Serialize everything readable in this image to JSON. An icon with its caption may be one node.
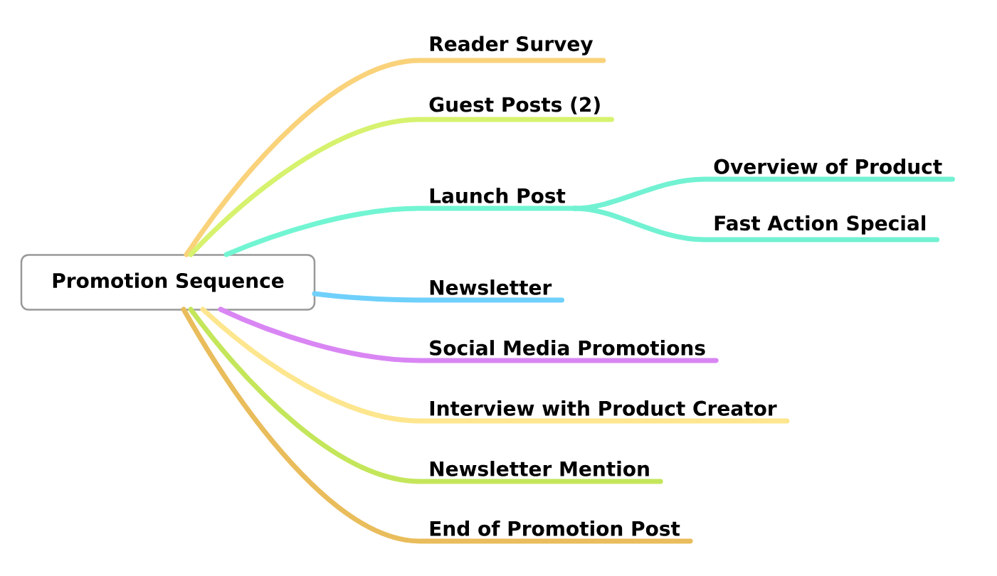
{
  "diagram": {
    "nodes": [
      {
        "text": [
          "Promotion Sequence"
        ]
      },
      {
        "text": [
          "Reader Survey"
        ]
      },
      {
        "text": [
          "Guest Posts (2)"
        ]
      },
      {
        "text": [
          "Launch Post"
        ]
      },
      {
        "text": [
          "Overview of Product"
        ]
      },
      {
        "text": [
          "Fast Action Special"
        ]
      },
      {
        "text": [
          "Newsletter"
        ]
      },
      {
        "text": [
          "Social Media Promotions"
        ]
      },
      {
        "text": [
          "Interview with Product Creator"
        ]
      },
      {
        "text": [
          "Newsletter Mention"
        ]
      },
      {
        "text": [
          "End of Promotion Post"
        ]
      }
    ],
    "edges": [
      {
        "from": 0,
        "to": 1,
        "arrow": "none",
        "color": "#f9d27a"
      },
      {
        "from": 0,
        "to": 2,
        "arrow": "none",
        "color": "#d6f26e"
      },
      {
        "from": 0,
        "to": 3,
        "arrow": "none",
        "color": "#72f5d2"
      },
      {
        "from": 3,
        "to": 4,
        "arrow": "none",
        "color": "#72f2d2"
      },
      {
        "from": 3,
        "to": 5,
        "arrow": "none",
        "color": "#72f2d2"
      },
      {
        "from": 0,
        "to": 6,
        "arrow": "none",
        "color": "#6fd0fb"
      },
      {
        "from": 0,
        "to": 7,
        "arrow": "none",
        "color": "#d986f4"
      },
      {
        "from": 0,
        "to": 8,
        "arrow": "none",
        "color": "#fde68e"
      },
      {
        "from": 0,
        "to": 9,
        "arrow": "none",
        "color": "#c4e65b"
      },
      {
        "from": 0,
        "to": 10,
        "arrow": "none",
        "color": "#e9bd5c"
      }
    ]
  }
}
